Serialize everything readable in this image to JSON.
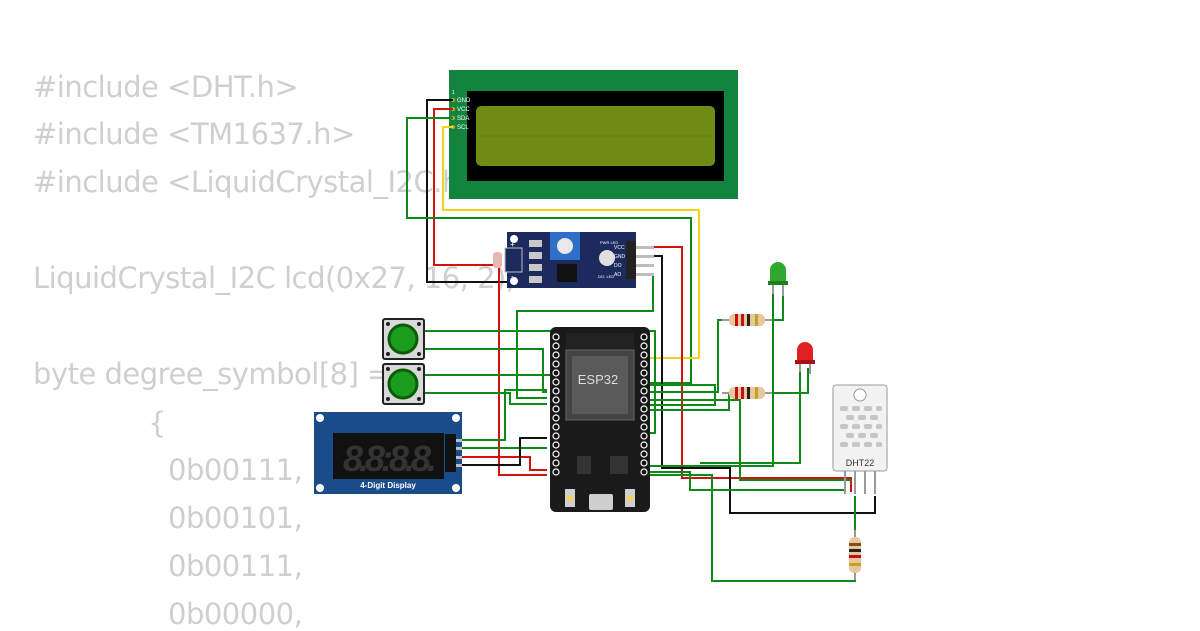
{
  "code_lines": [
    "#include <DHT.h>",
    "#include <TM1637.h>",
    "#include <LiquidCrystal_I2C.h>",
    "LiquidCrystal_I2C lcd(0x27, 16, 2);",
    "byte degree_symbol[8] =",
    "{",
    "0b00111,",
    "0b00101,",
    "0b00111,",
    "0b00000,"
  ],
  "lcd": {
    "pin_1": "1",
    "pins": [
      "GND",
      "VCC",
      "SDA",
      "SCL"
    ]
  },
  "ldr_module": {
    "pins": [
      "VCC",
      "GND",
      "DO",
      "AO"
    ],
    "led_labels": [
      "PWR LED",
      "DO- LED"
    ],
    "plus": "+",
    "minus": "-"
  },
  "esp32": {
    "label": "ESP32"
  },
  "seg_display": {
    "label": "4-Digit Display",
    "digits": "8.8:8.8."
  },
  "dht": {
    "label": "DHT22"
  },
  "colors": {
    "wire_green": "#0e8a17",
    "wire_red": "#d11010",
    "wire_black": "#111111",
    "wire_yellow": "#f2d21a",
    "lcd_board": "#12843d",
    "lcd_screen": "#6e8b13",
    "ldr_board": "#1d2a5e",
    "seg_board": "#1a4c8c",
    "esp_board": "#1a1a1a",
    "button_cap": "#1c9c1c",
    "led_green": "#2ea82e",
    "led_red": "#e02020"
  }
}
